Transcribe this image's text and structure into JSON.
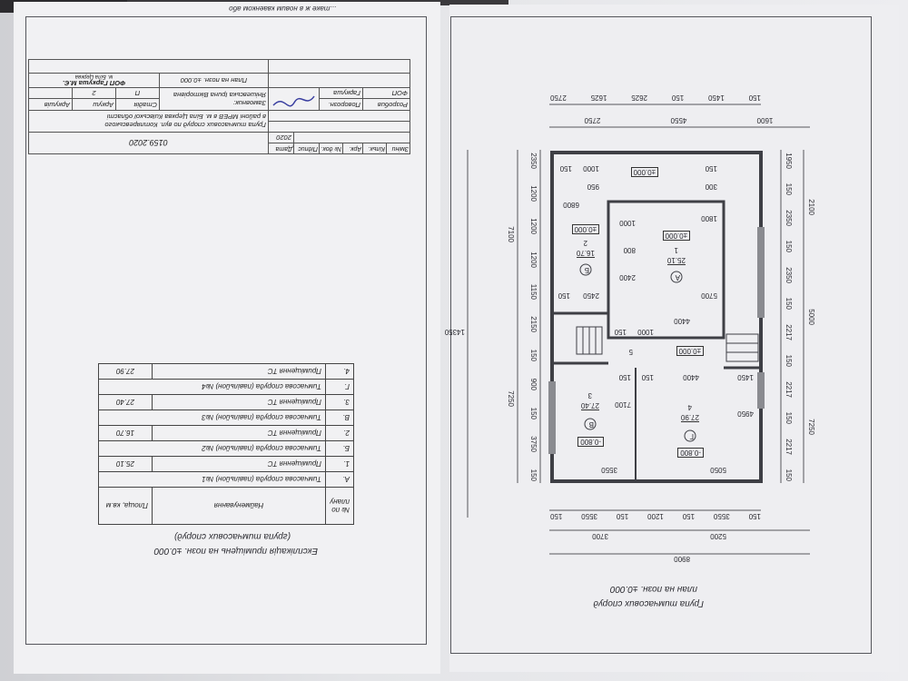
{
  "plan": {
    "title": "Група тимчасових споруд",
    "subtitle": "план на позн. ±0.000",
    "rooms": [
      {
        "letter": "А",
        "num": "1",
        "area": "25.10",
        "level": "±0.000"
      },
      {
        "letter": "Б",
        "num": "2",
        "area": "16.70",
        "level": "±0.000"
      },
      {
        "letter": "В",
        "num": "3",
        "area": "27.40",
        "level": "-0.800"
      },
      {
        "letter": "Г",
        "num": "4",
        "area": "27.90",
        "level": "-0.800"
      }
    ],
    "corridor": {
      "num": "5",
      "level": "±0.000"
    },
    "entry_level": "±0.000",
    "dims_bottom_total": "8900",
    "dims_bottom_mid": [
      "5200",
      "3700"
    ],
    "dims_bottom_inner": [
      "150",
      "3550",
      "150",
      "1200",
      "150",
      "3550",
      "150"
    ],
    "dims_top_outer": [
      "1600",
      "4550",
      "2750"
    ],
    "dims_top_inner": [
      "150",
      "1450",
      "150",
      "2625",
      "1625",
      "2750"
    ],
    "dims_left_outer": [
      "7250",
      "5000",
      "2100"
    ],
    "dims_left_inner": [
      "150",
      "2217",
      "150",
      "2217",
      "150",
      "2217",
      "150",
      "2350",
      "150",
      "2350",
      "150",
      "1950"
    ],
    "dims_right_total": "14350",
    "dims_right_mid": [
      "7250",
      "7100"
    ],
    "dims_right_inner": [
      "150",
      "3750",
      "150",
      "900",
      "150",
      "2150",
      "1150",
      "1200",
      "1200",
      "1200",
      "2350"
    ],
    "dims_interior": [
      "5050",
      "3550",
      "4950",
      "7100",
      "4400",
      "1450",
      "150",
      "150",
      "1000",
      "150",
      "5700",
      "4400",
      "2450",
      "150",
      "6800",
      "1800",
      "2400",
      "800",
      "1000",
      "300",
      "950",
      "1000",
      "150",
      "150"
    ]
  },
  "explication": {
    "title": "Експлікація приміщень на позн. ±0.000",
    "subtitle": "(група тимчасових споруд)",
    "headers": [
      "№ по плану",
      "Найменування",
      "Площа, кв.м"
    ],
    "rows": [
      {
        "no": "А.",
        "name": "Тимчасова споруда (павільйон) №1",
        "area": ""
      },
      {
        "no": "1.",
        "name": "Приміщення ТС",
        "area": "25.10"
      },
      {
        "no": "Б.",
        "name": "Тимчасова споруда (павільйон) №2",
        "area": ""
      },
      {
        "no": "2.",
        "name": "Приміщення ТС",
        "area": "16.70"
      },
      {
        "no": "В.",
        "name": "Тимчасова споруда (павільйон) №3",
        "area": ""
      },
      {
        "no": "3.",
        "name": "Приміщення ТС",
        "area": "27.40"
      },
      {
        "no": "Г.",
        "name": "Тимчасова споруда (павільйон) №4",
        "area": ""
      },
      {
        "no": "4.",
        "name": "Приміщення ТС",
        "area": "27.90"
      }
    ]
  },
  "title_block": {
    "doc_number": "0159.2020",
    "project": "Група тимчасових споруд по вул. Котляревського",
    "location": "в районі МРЕВ в м. Біла Церква Київської області",
    "cols": [
      "Зміни",
      "Кільк.",
      "Арк.",
      "№ док.",
      "Підпис",
      "Дата"
    ],
    "year": "2020",
    "customer_label": "Замовник:",
    "customer": "Янішевська Ірина Вікторівна",
    "roles": [
      {
        "role": "Розробив",
        "name": "Поворозн."
      },
      {
        "role": "ФОП",
        "name": "Гаркуша"
      }
    ],
    "stage_headers": [
      "Стадія",
      "Аркуш",
      "Аркушів"
    ],
    "stage_values": [
      "П",
      "2",
      ""
    ],
    "sheet_title": "План на позн. ±0.000",
    "company": "ФОП Гаркуша М.Є.",
    "city": "м. Біла Церква"
  },
  "top_strip_text": "...таке ж в новим кваенком або"
}
